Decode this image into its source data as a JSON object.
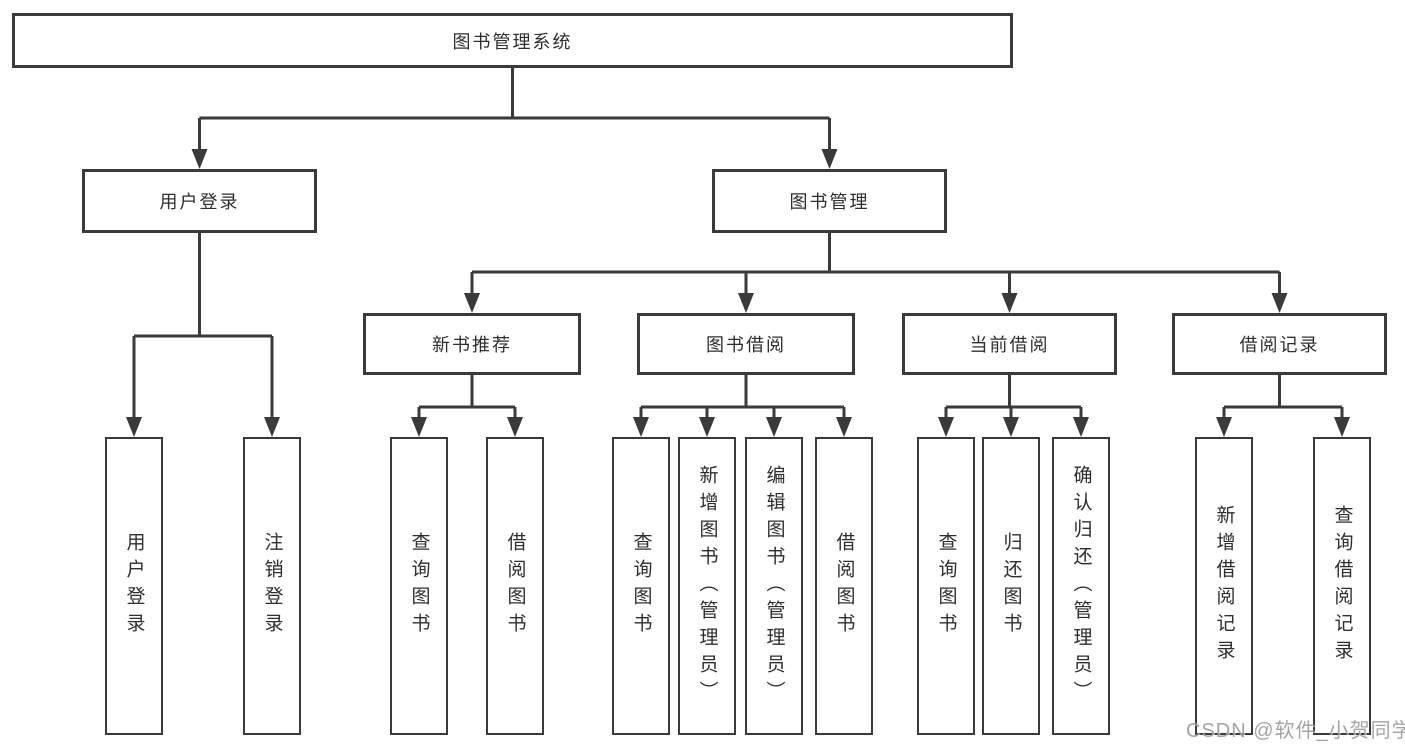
{
  "diagram": {
    "root": {
      "label": "图书管理系统"
    },
    "level2": [
      {
        "label": "用户登录"
      },
      {
        "label": "图书管理"
      }
    ],
    "level3": [
      {
        "label": "新书推荐"
      },
      {
        "label": "图书借阅"
      },
      {
        "label": "当前借阅"
      },
      {
        "label": "借阅记录"
      }
    ],
    "leaves": [
      {
        "label": "用户登录"
      },
      {
        "label": "注销登录"
      },
      {
        "label": "查询图书"
      },
      {
        "label": "借阅图书"
      },
      {
        "label": "查询图书"
      },
      {
        "label": "新增图书（管理员）"
      },
      {
        "label": "编辑图书（管理员）"
      },
      {
        "label": "借阅图书"
      },
      {
        "label": "查询图书"
      },
      {
        "label": "归还图书"
      },
      {
        "label": "确认归还（管理员）"
      },
      {
        "label": "新增借阅记录"
      },
      {
        "label": "查询借阅记录"
      }
    ],
    "watermark": "CSDN @软件_小贺同学",
    "colors": {
      "line": "#3a3a3a",
      "box_border": "#3a3a3a",
      "text": "#2e2e2e",
      "watermark": "#9d9d9d",
      "background": "#ffffff"
    }
  }
}
